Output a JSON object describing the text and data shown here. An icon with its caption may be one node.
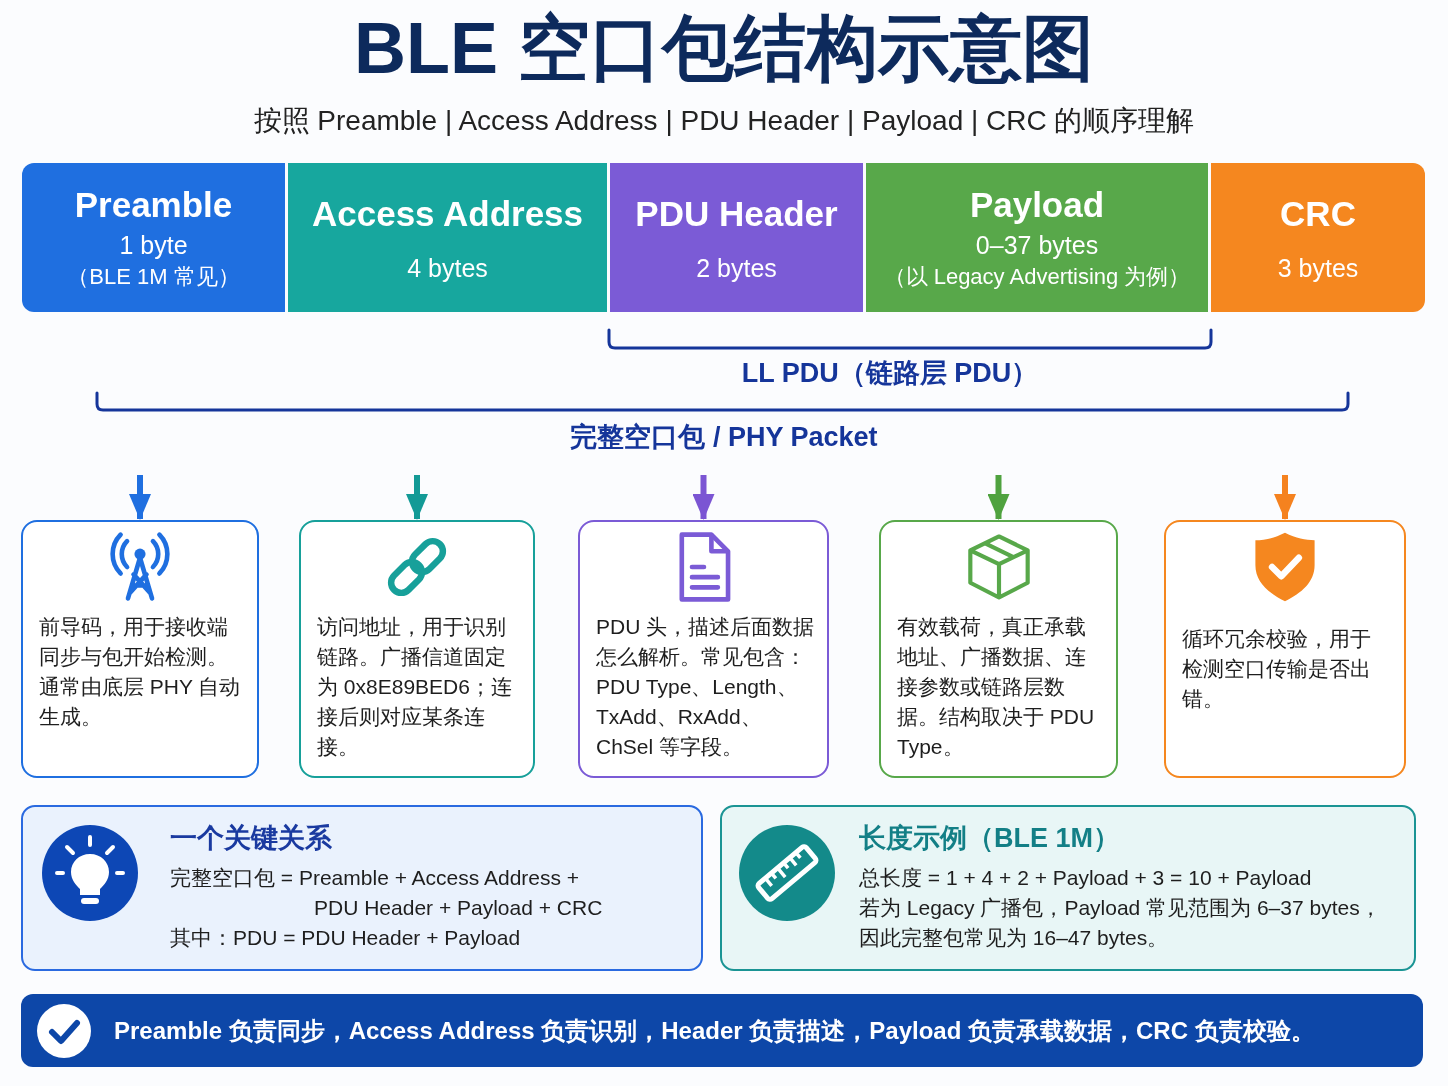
{
  "diagram": {
    "title": "BLE 空口包结构示意图",
    "nodes": [
      {
        "text": [
          "Preamble",
          "1 byte",
          "（BLE 1M 常见）"
        ]
      },
      {
        "text": [
          "Access Address",
          "4 bytes"
        ]
      },
      {
        "text": [
          "PDU Header",
          "2 bytes"
        ]
      },
      {
        "text": [
          "Payload",
          "0–37 bytes",
          "（以 Legacy Advertising 为例）"
        ]
      },
      {
        "text": [
          "CRC",
          "3 bytes"
        ]
      },
      {
        "text": [
          "前导码，用于接收端同步与包开始检测。通常由底层 PHY 自动生成。"
        ]
      },
      {
        "text": [
          "访问地址，用于识别链路。广播信道固定为 0x8E89BED6；连接后则对应某条连接。"
        ]
      },
      {
        "text": [
          "PDU 头，描述后面数据怎么解析。常见包含：PDU Type、Length、TxAdd、RxAdd、ChSel 等字段。"
        ]
      },
      {
        "text": [
          "有效载荷，真正承载地址、广播数据、连接参数或链路层数据。结构取决于 PDU Type。"
        ]
      },
      {
        "text": [
          "循环冗余校验，用于检测空口传输是否出错。"
        ]
      },
      {
        "text": [
          "一个关键关系",
          "完整空口包 = Preamble + Access Address + PDU Header + Payload + CRC",
          "其中：PDU = PDU Header + Payload"
        ]
      },
      {
        "text": [
          "长度示例（BLE 1M）",
          "总长度 = 1 + 4 + 2 + Payload + 3 = 10 + Payload",
          "若为 Legacy 广播包，Payload 常见范围为 6–37 bytes，因此完整包常见为 16–47 bytes。"
        ]
      },
      {
        "text": [
          "Preamble 负责同步，Access Address 负责识别，Header 负责描述，Payload 负责承载数据，CRC 负责校验。"
        ]
      }
    ],
    "edges": [
      {
        "from": null,
        "to": 5,
        "arrow": "to",
        "color": "#1f6fe0"
      },
      {
        "from": null,
        "to": 6,
        "arrow": "to",
        "color": "#139a96"
      },
      {
        "from": null,
        "to": 7,
        "arrow": "to",
        "color": "#7b55d3"
      },
      {
        "from": null,
        "to": 8,
        "arrow": "to",
        "color": "#4fa23f"
      },
      {
        "from": null,
        "to": 9,
        "arrow": "to",
        "color": "#f5821f"
      }
    ],
    "labels": [
      "按照 Preamble | Access Address | PDU Header | Payload | CRC 的顺序理解",
      "LL PDU（链路层 PDU）",
      "完整空口包 / PHY Packet"
    ]
  }
}
